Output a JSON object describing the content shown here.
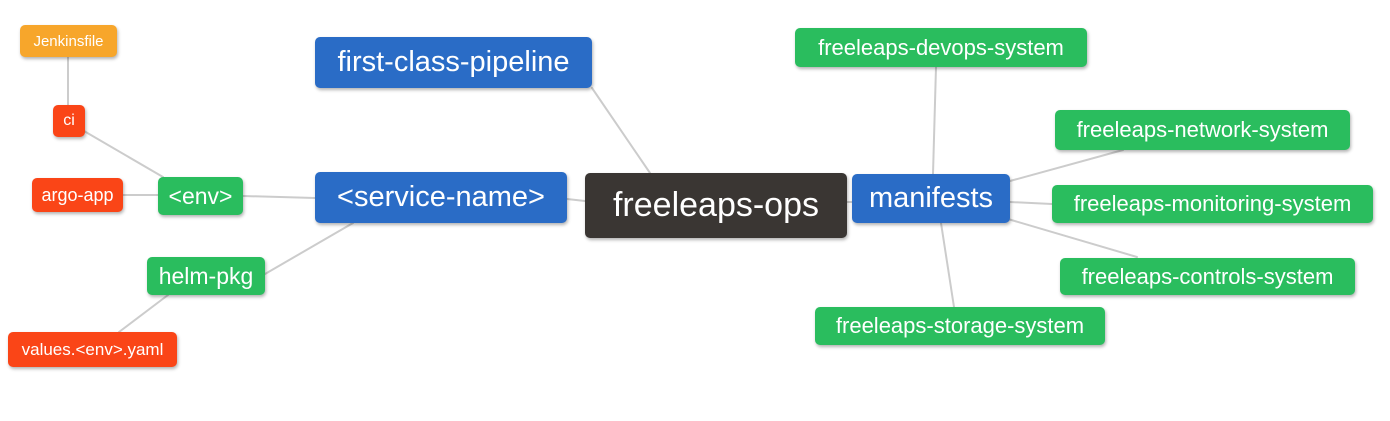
{
  "colors": {
    "root_bg": "#3a3633",
    "branch_bg": "#2a6cc6",
    "green_bg": "#2abd5e",
    "red_bg": "#fa4517",
    "orange_bg": "#f7a62b",
    "edge": "#cccccc",
    "text": "#ffffff"
  },
  "diagram": {
    "nodes": [
      {
        "id": "freeleaps-ops",
        "label": "freeleaps-ops",
        "role": "root"
      },
      {
        "id": "first-class-pipeline",
        "label": "first-class-pipeline",
        "role": "branch"
      },
      {
        "id": "service-name",
        "label": "<service-name>",
        "role": "branch"
      },
      {
        "id": "manifests",
        "label": "manifests",
        "role": "branch"
      },
      {
        "id": "env",
        "label": "<env>",
        "role": "green"
      },
      {
        "id": "helm-pkg",
        "label": "helm-pkg",
        "role": "green"
      },
      {
        "id": "ci",
        "label": "ci",
        "role": "red"
      },
      {
        "id": "argo-app",
        "label": "argo-app",
        "role": "red"
      },
      {
        "id": "jenkinsfile",
        "label": "Jenkinsfile",
        "role": "orange"
      },
      {
        "id": "values-env-yaml",
        "label": "values.<env>.yaml",
        "role": "red"
      },
      {
        "id": "freeleaps-devops-system",
        "label": "freeleaps-devops-system",
        "role": "green"
      },
      {
        "id": "freeleaps-network-system",
        "label": "freeleaps-network-system",
        "role": "green"
      },
      {
        "id": "freeleaps-monitoring-system",
        "label": "freeleaps-monitoring-system",
        "role": "green"
      },
      {
        "id": "freeleaps-controls-system",
        "label": "freeleaps-controls-system",
        "role": "green"
      },
      {
        "id": "freeleaps-storage-system",
        "label": "freeleaps-storage-system",
        "role": "green"
      }
    ],
    "edges": [
      {
        "from": "jenkinsfile",
        "to": "ci"
      },
      {
        "from": "ci",
        "to": "env"
      },
      {
        "from": "argo-app",
        "to": "env"
      },
      {
        "from": "env",
        "to": "service-name"
      },
      {
        "from": "helm-pkg",
        "to": "service-name"
      },
      {
        "from": "values-env-yaml",
        "to": "helm-pkg"
      },
      {
        "from": "first-class-pipeline",
        "to": "freeleaps-ops"
      },
      {
        "from": "service-name",
        "to": "freeleaps-ops"
      },
      {
        "from": "freeleaps-ops",
        "to": "manifests"
      },
      {
        "from": "manifests",
        "to": "freeleaps-devops-system"
      },
      {
        "from": "manifests",
        "to": "freeleaps-network-system"
      },
      {
        "from": "manifests",
        "to": "freeleaps-monitoring-system"
      },
      {
        "from": "manifests",
        "to": "freeleaps-controls-system"
      },
      {
        "from": "manifests",
        "to": "freeleaps-storage-system"
      }
    ]
  }
}
